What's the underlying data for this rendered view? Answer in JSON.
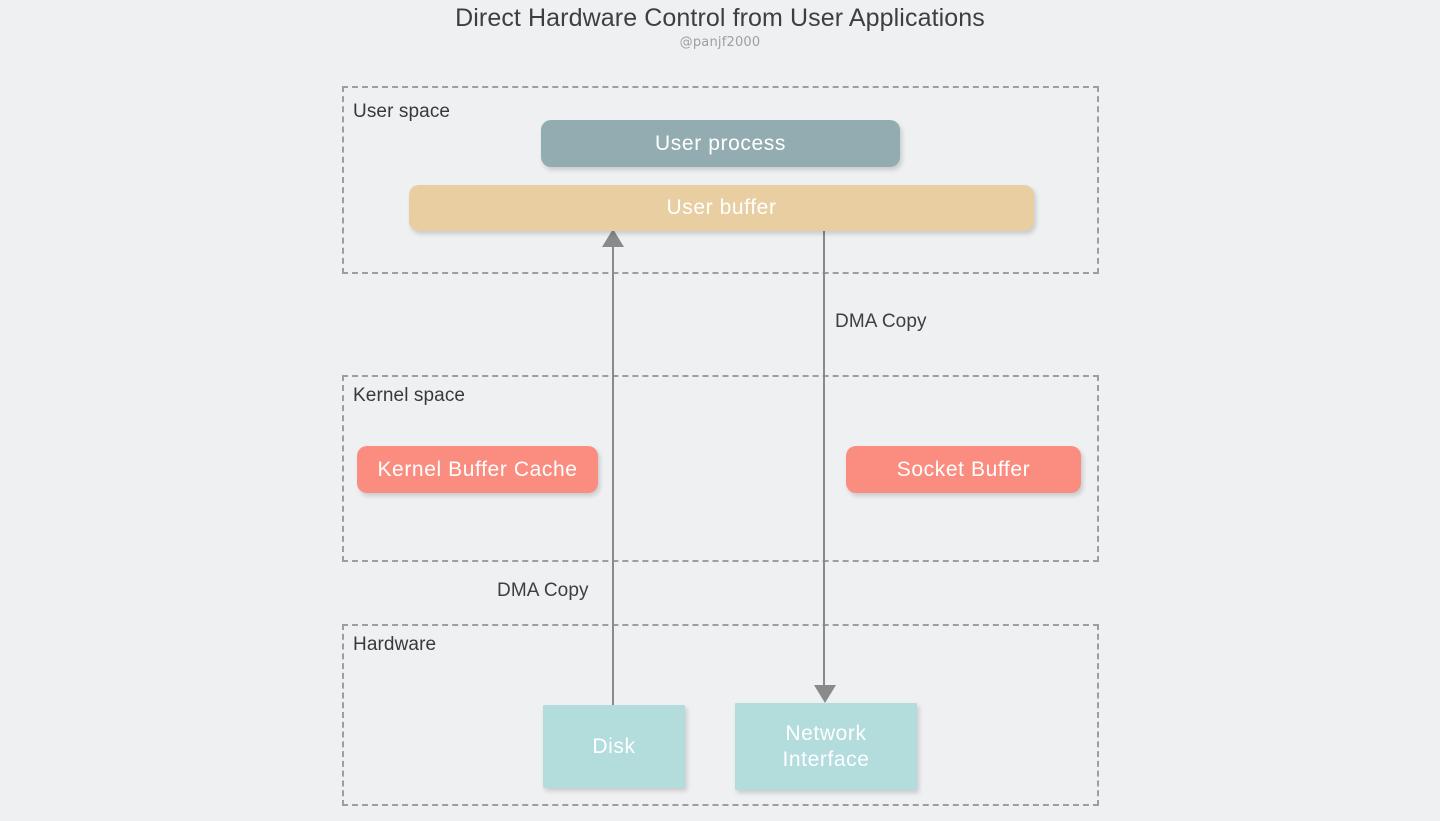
{
  "diagram": {
    "title": "Direct Hardware Control from User Applications",
    "subtitle": "@panjf2000",
    "background_color": "#eff0f2",
    "layers": [
      {
        "id": "user-space",
        "label": "User space"
      },
      {
        "id": "kernel-space",
        "label": "Kernel space"
      },
      {
        "id": "hardware",
        "label": "Hardware"
      }
    ],
    "boxes": [
      {
        "id": "user-process",
        "label": "User process",
        "color": "#93acb2",
        "layer": "user-space"
      },
      {
        "id": "user-buffer",
        "label": "User buffer",
        "color": "#e9ceA2",
        "layer": "user-space"
      },
      {
        "id": "kernel-buffer-cache",
        "label": "Kernel Buffer Cache",
        "color": "#fa8d80",
        "layer": "kernel-space"
      },
      {
        "id": "socket-buffer",
        "label": "Socket Buffer",
        "color": "#fa8d80",
        "layer": "kernel-space"
      },
      {
        "id": "disk",
        "label": "Disk",
        "color": "#b3dcdd",
        "layer": "hardware"
      },
      {
        "id": "network-interface",
        "label_line1": "Network",
        "label_line2": "Interface",
        "color": "#b3dcdd",
        "layer": "hardware"
      }
    ],
    "edges": [
      {
        "id": "disk-to-user-buffer",
        "label": "DMA Copy",
        "from": "disk",
        "to": "user-buffer",
        "direction": "up",
        "color": "#8a8a8a"
      },
      {
        "id": "user-buffer-to-network-interface",
        "label": "DMA Copy",
        "from": "user-buffer",
        "to": "network-interface",
        "direction": "down",
        "color": "#8a8a8a"
      }
    ]
  }
}
